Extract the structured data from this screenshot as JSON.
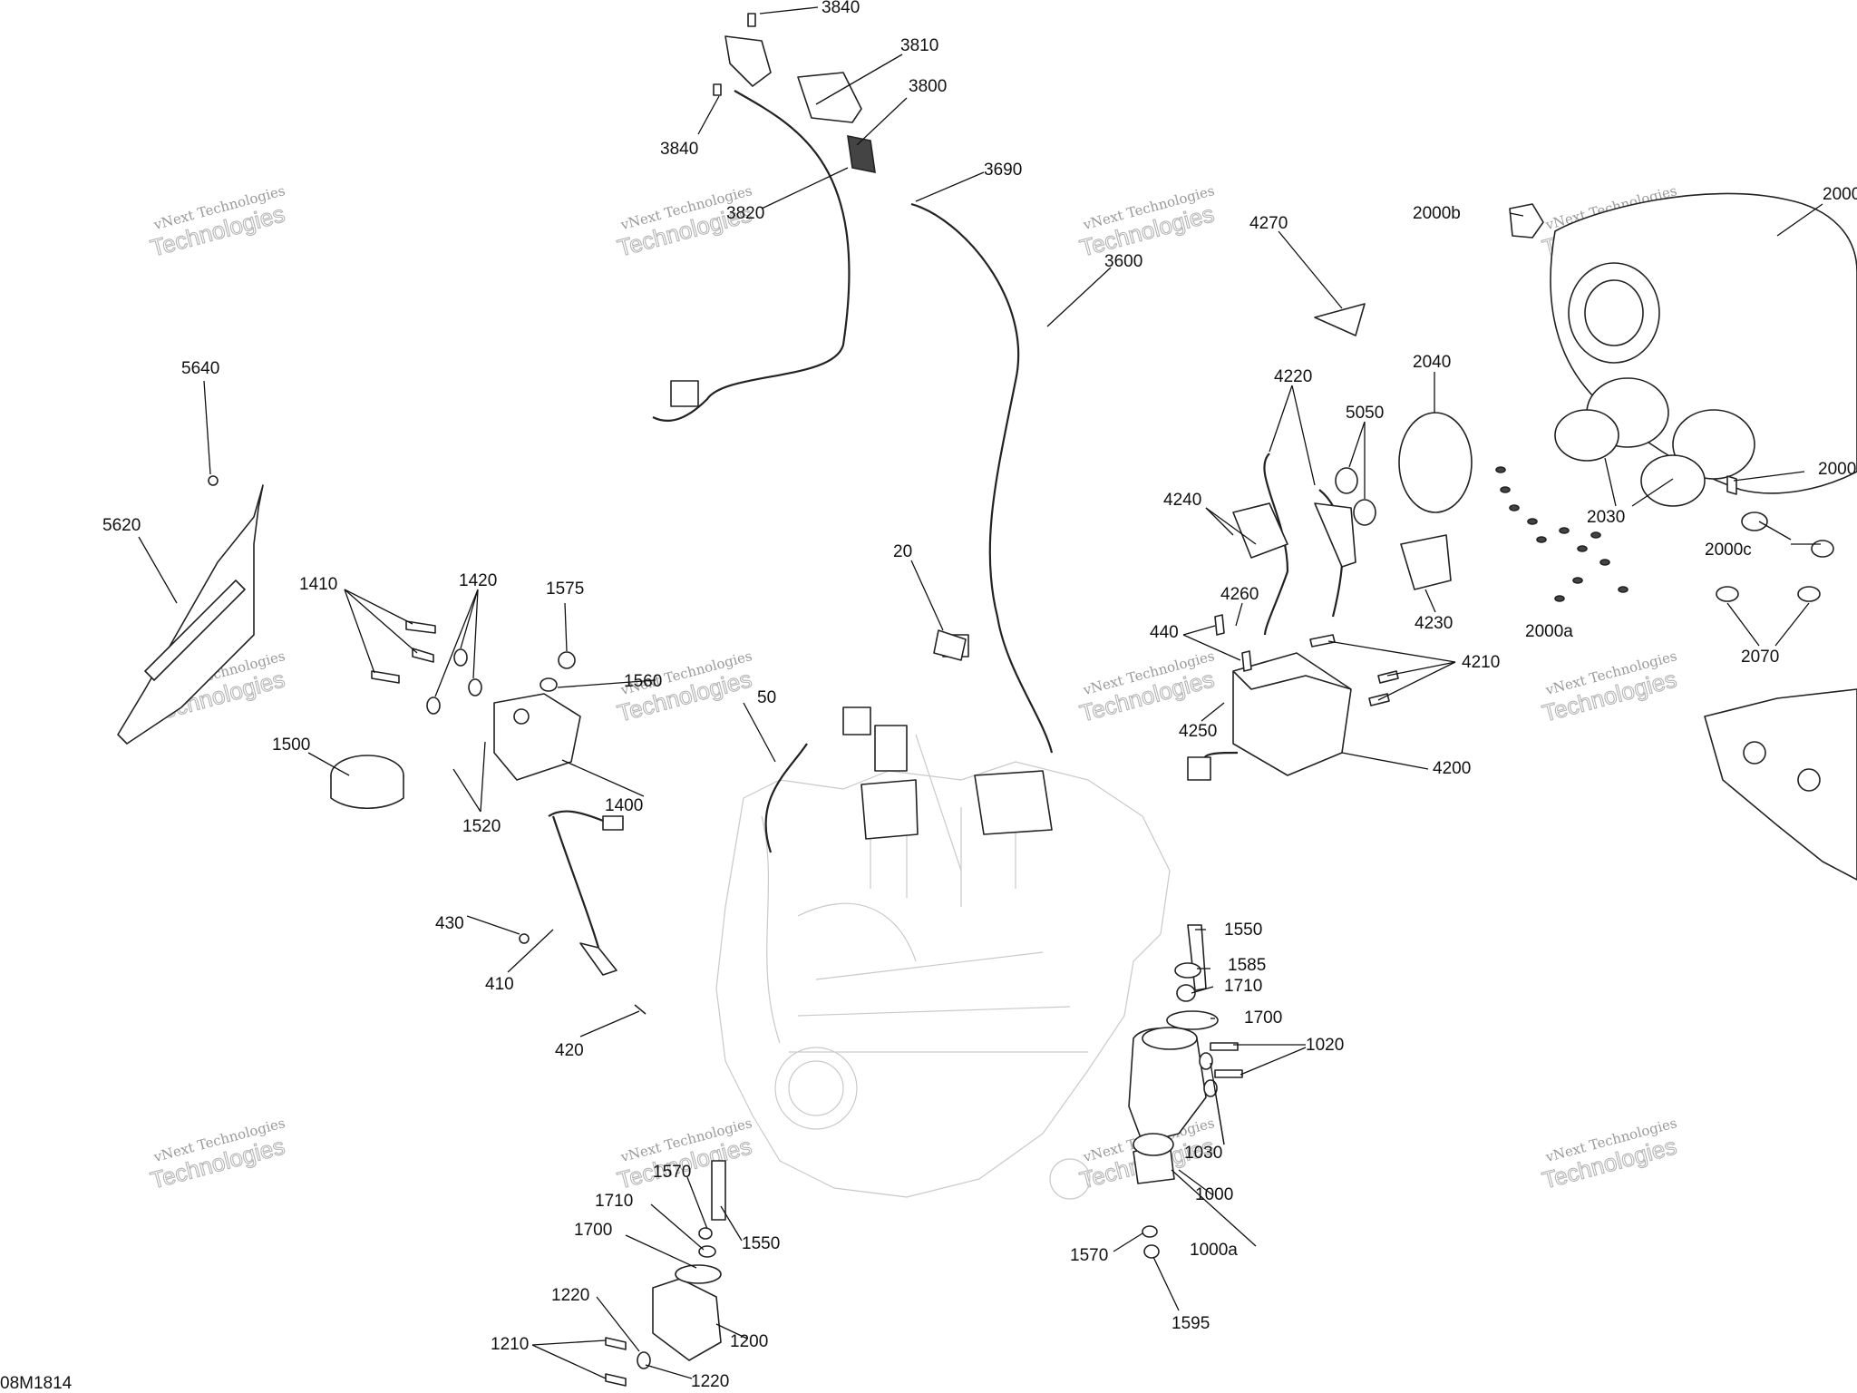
{
  "figure_code": "08M1814",
  "watermark": {
    "line1": "vNext Technologies",
    "line2": "Technologies"
  },
  "callouts": [
    "3840",
    "3810",
    "3800",
    "3840",
    "3820",
    "3690",
    "3600",
    "4270",
    "2000b",
    "2000",
    "5640",
    "5620",
    "4220",
    "2040",
    "5050",
    "4240",
    "2000",
    "2000c",
    "2030",
    "2000a",
    "2070",
    "20",
    "4230",
    "4260",
    "440",
    "4210",
    "4250",
    "4200",
    "1410",
    "1420",
    "1575",
    "1560",
    "50",
    "1500",
    "1520",
    "1400",
    "430",
    "410",
    "420",
    "1550",
    "1585",
    "1710",
    "1700",
    "1020",
    "1030",
    "1000",
    "1000a",
    "1570",
    "1595",
    "1570",
    "1710",
    "1550",
    "1700",
    "1220",
    "1200",
    "1210",
    "1220"
  ]
}
